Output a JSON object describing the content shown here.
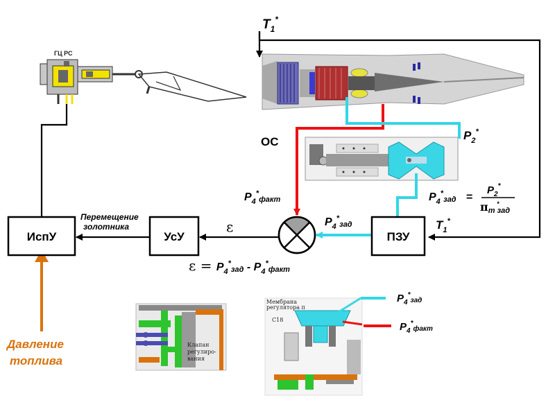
{
  "blocks": {
    "ispu": "ИспУ",
    "usu": "УсУ",
    "pzu": "ПЗУ"
  },
  "labels": {
    "gc_rs": "ГЦ РС",
    "os": "ОС",
    "t1": "T",
    "t1_sub": "1",
    "star": "*",
    "p2_main": "P",
    "p2_sub": "2",
    "p4fact_main": "P",
    "p4fact_sub": "4",
    "p4fact_index": "факт",
    "p4zad_main": "P",
    "p4zad_sub": "4",
    "p4zad_index": "зад",
    "move_line1": "Перемещение",
    "move_line2": "золотника",
    "epsilon": "ε",
    "eq_epsilon": "ε = ",
    "eq_minus": " - ",
    "fuel_line1": "Давление",
    "fuel_line2": "топлива",
    "formula_eq": "=",
    "formula_pi": "π",
    "formula_pi_sub": "т зад"
  },
  "drawings": {
    "valve_line1": "Клапан",
    "valve_line2": "регулиро-",
    "valve_line3": "вания",
    "membrane_line1": "Мембрана",
    "membrane_line2": "регулятора π",
    "c18": "C18"
  },
  "colors": {
    "red": "#ee1111",
    "cyan": "#33d6e6",
    "orange": "#d9730d",
    "line": "#000000"
  }
}
